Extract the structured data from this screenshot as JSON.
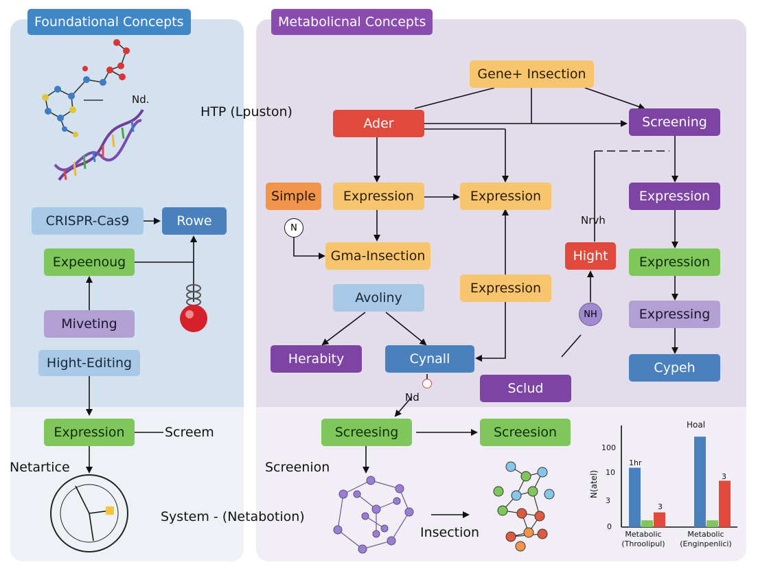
{
  "panels": {
    "left_header": "Foundational Concepts",
    "right_header": "Metabolicnal Concepts"
  },
  "left": {
    "molecule_label": "Nd.",
    "crispr": "CRISPR-Cas9",
    "rowe": "Rowe",
    "expeenoug": "Expeenoug",
    "miveting": "Miveting",
    "hight_editing": "Hight-Editing",
    "expression": "Expression",
    "screem": "Screem",
    "netartice": "Netartice",
    "system": "System - (Netabotion)"
  },
  "right": {
    "htp": "HTP (Lpuston)",
    "gene_insection": "Gene+ Insection",
    "ader": "Ader",
    "screening": "Screening",
    "simple": "Simple",
    "expression_1": "Expression",
    "expression_2": "Expression",
    "expression_right_1": "Expression",
    "n_circle": "N",
    "gma_insection": "Gma-Insection",
    "nrvh": "Nrvh",
    "hight": "Hight",
    "expression_right_2": "Expression",
    "avoliny": "Avoliny",
    "expression_mid": "Expression",
    "nh_circle": "NH",
    "expressing": "Expressing",
    "herabity": "Herabity",
    "cynall": "Cynall",
    "cypeh": "Cypeh",
    "sclud": "Sclud",
    "nd_label": "Nd"
  },
  "bottom": {
    "screesing": "Screesing",
    "screesion": "Screesion",
    "screenion": "Screenion",
    "insection": "Insection"
  },
  "colors": {
    "blue_light": "#a9c8e6",
    "blue_dark": "#4a80bd",
    "green": "#7fc75b",
    "purple_light": "#b3a0d3",
    "purple_dark": "#7d44a3",
    "orange": "#f7c56d",
    "red": "#df4a3c"
  },
  "chart_data": {
    "type": "bar",
    "title": "Hoal",
    "ylabel": "N(atel)",
    "y_ticks": [
      "0",
      "3",
      "10",
      "100"
    ],
    "categories": [
      "Metabolic (Throolipul)",
      "Metabolic (Enginpenlici)"
    ],
    "series": [
      {
        "color": "#4a80bd",
        "values": [
          10.5,
          16
        ]
      },
      {
        "color": "#7fc75b",
        "values": [
          1.2,
          1.2
        ]
      },
      {
        "color": "#df4a3c",
        "values": [
          2.6,
          8.2
        ]
      }
    ],
    "data_labels": [
      "1hr",
      "3",
      "3"
    ],
    "ylim": [
      0,
      17
    ]
  }
}
